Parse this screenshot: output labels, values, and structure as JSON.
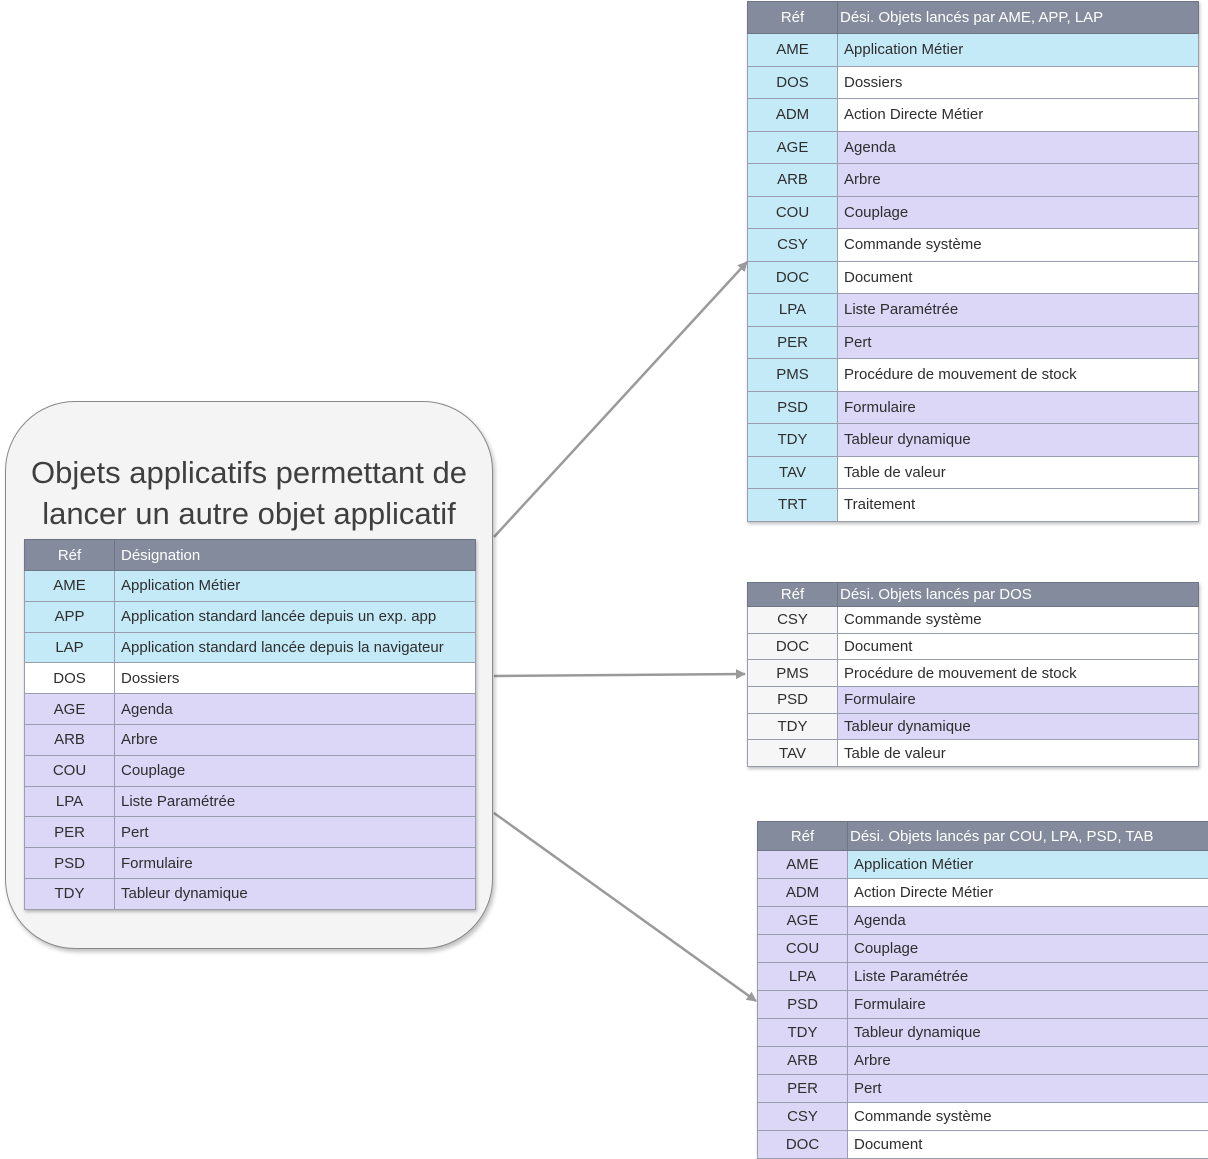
{
  "main": {
    "title_line1": "Objets applicatifs permettant de",
    "title_line2": "lancer un autre objet applicatif",
    "header": {
      "ref": "Réf",
      "label": "Désignation"
    },
    "rows": [
      {
        "ref": "AME",
        "label": "Application Métier",
        "color": "#c4eaf8"
      },
      {
        "ref": "APP",
        "label": "Application standard lancée depuis un exp. app",
        "color": "#c4eaf8"
      },
      {
        "ref": "LAP",
        "label": " Application standard lancée depuis la navigateur",
        "color": "#c4eaf8"
      },
      {
        "ref": "DOS",
        "label": "Dossiers",
        "color": "#ffffff"
      },
      {
        "ref": "AGE",
        "label": "Agenda",
        "color": "#dcd6f7"
      },
      {
        "ref": "ARB",
        "label": "Arbre",
        "color": "#dcd6f7"
      },
      {
        "ref": "COU",
        "label": "Couplage",
        "color": "#dcd6f7"
      },
      {
        "ref": "LPA",
        "label": "Liste Paramétrée",
        "color": "#dcd6f7"
      },
      {
        "ref": "PER",
        "label": "Pert",
        "color": "#dcd6f7"
      },
      {
        "ref": "PSD",
        "label": "Formulaire",
        "color": "#dcd6f7"
      },
      {
        "ref": "TDY",
        "label": "Tableur dynamique",
        "color": "#dcd6f7"
      }
    ]
  },
  "table_ame": {
    "header": {
      "ref": "Réf",
      "label": "Dési. Objets lancés par AME, APP, LAP"
    },
    "rows": [
      {
        "ref": "AME",
        "label": "Application Métier",
        "refcolor": "#c4eaf8",
        "color": "#c4eaf8"
      },
      {
        "ref": "DOS",
        "label": "Dossiers",
        "refcolor": "#c4eaf8",
        "color": "#ffffff"
      },
      {
        "ref": "ADM",
        "label": "Action Directe Métier",
        "refcolor": "#c4eaf8",
        "color": "#ffffff"
      },
      {
        "ref": "AGE",
        "label": "Agenda",
        "refcolor": "#c4eaf8",
        "color": "#dcd6f7"
      },
      {
        "ref": "ARB",
        "label": "Arbre",
        "refcolor": "#c4eaf8",
        "color": "#dcd6f7"
      },
      {
        "ref": "COU",
        "label": "Couplage",
        "refcolor": "#c4eaf8",
        "color": "#dcd6f7"
      },
      {
        "ref": "CSY",
        "label": "Commande système",
        "refcolor": "#c4eaf8",
        "color": "#ffffff"
      },
      {
        "ref": "DOC",
        "label": "Document",
        "refcolor": "#c4eaf8",
        "color": "#ffffff"
      },
      {
        "ref": "LPA",
        "label": "Liste Paramétrée",
        "refcolor": "#c4eaf8",
        "color": "#dcd6f7"
      },
      {
        "ref": "PER",
        "label": "Pert",
        "refcolor": "#c4eaf8",
        "color": "#dcd6f7"
      },
      {
        "ref": "PMS",
        "label": "Procédure de mouvement de stock",
        "refcolor": "#c4eaf8",
        "color": "#ffffff"
      },
      {
        "ref": "PSD",
        "label": "Formulaire",
        "refcolor": "#c4eaf8",
        "color": "#dcd6f7"
      },
      {
        "ref": "TDY",
        "label": "Tableur dynamique",
        "refcolor": "#c4eaf8",
        "color": "#dcd6f7"
      },
      {
        "ref": "TAV",
        "label": "Table de valeur",
        "refcolor": "#c4eaf8",
        "color": "#ffffff"
      },
      {
        "ref": "TRT",
        "label": "Traitement",
        "refcolor": "#c4eaf8",
        "color": "#ffffff"
      }
    ]
  },
  "table_dos": {
    "header": {
      "ref": "Réf",
      "label": "Dési. Objets lancés par DOS"
    },
    "rows": [
      {
        "ref": "CSY",
        "label": "Commande système",
        "refcolor": "#f6f6f6",
        "color": "#ffffff"
      },
      {
        "ref": "DOC",
        "label": "Document",
        "refcolor": "#f6f6f6",
        "color": "#ffffff"
      },
      {
        "ref": "PMS",
        "label": "Procédure de mouvement de stock",
        "refcolor": "#f6f6f6",
        "color": "#ffffff"
      },
      {
        "ref": "PSD",
        "label": "Formulaire",
        "refcolor": "#f6f6f6",
        "color": "#dcd6f7"
      },
      {
        "ref": "TDY",
        "label": "Tableur dynamique",
        "refcolor": "#f6f6f6",
        "color": "#dcd6f7"
      },
      {
        "ref": "TAV",
        "label": "Table de valeur",
        "refcolor": "#f6f6f6",
        "color": "#ffffff"
      }
    ]
  },
  "table_cou": {
    "header": {
      "ref": "Réf",
      "label": "Dési. Objets lancés par COU, LPA, PSD, TAB"
    },
    "rows": [
      {
        "ref": "AME",
        "label": "Application Métier",
        "refcolor": "#dcd6f7",
        "color": "#c4eaf8"
      },
      {
        "ref": "ADM",
        "label": "Action Directe Métier",
        "refcolor": "#dcd6f7",
        "color": "#ffffff"
      },
      {
        "ref": "AGE",
        "label": "Agenda",
        "refcolor": "#dcd6f7",
        "color": "#dcd6f7"
      },
      {
        "ref": "COU",
        "label": "Couplage",
        "refcolor": "#dcd6f7",
        "color": "#dcd6f7"
      },
      {
        "ref": "LPA",
        "label": "Liste Paramétrée",
        "refcolor": "#dcd6f7",
        "color": "#dcd6f7"
      },
      {
        "ref": "PSD",
        "label": "Formulaire",
        "refcolor": "#dcd6f7",
        "color": "#dcd6f7"
      },
      {
        "ref": "TDY",
        "label": "Tableur dynamique",
        "refcolor": "#dcd6f7",
        "color": "#dcd6f7"
      },
      {
        "ref": "ARB",
        "label": "Arbre",
        "refcolor": "#dcd6f7",
        "color": "#dcd6f7"
      },
      {
        "ref": "PER",
        "label": "Pert",
        "refcolor": "#dcd6f7",
        "color": "#dcd6f7"
      },
      {
        "ref": "CSY",
        "label": "Commande système",
        "refcolor": "#dcd6f7",
        "color": "#ffffff"
      },
      {
        "ref": "DOC",
        "label": "Document",
        "refcolor": "#dcd6f7",
        "color": "#ffffff"
      }
    ]
  },
  "colors": {
    "header": "#838b9c",
    "blue": "#c4eaf8",
    "purple": "#dcd6f7",
    "arrow": "#9a9a9a"
  }
}
